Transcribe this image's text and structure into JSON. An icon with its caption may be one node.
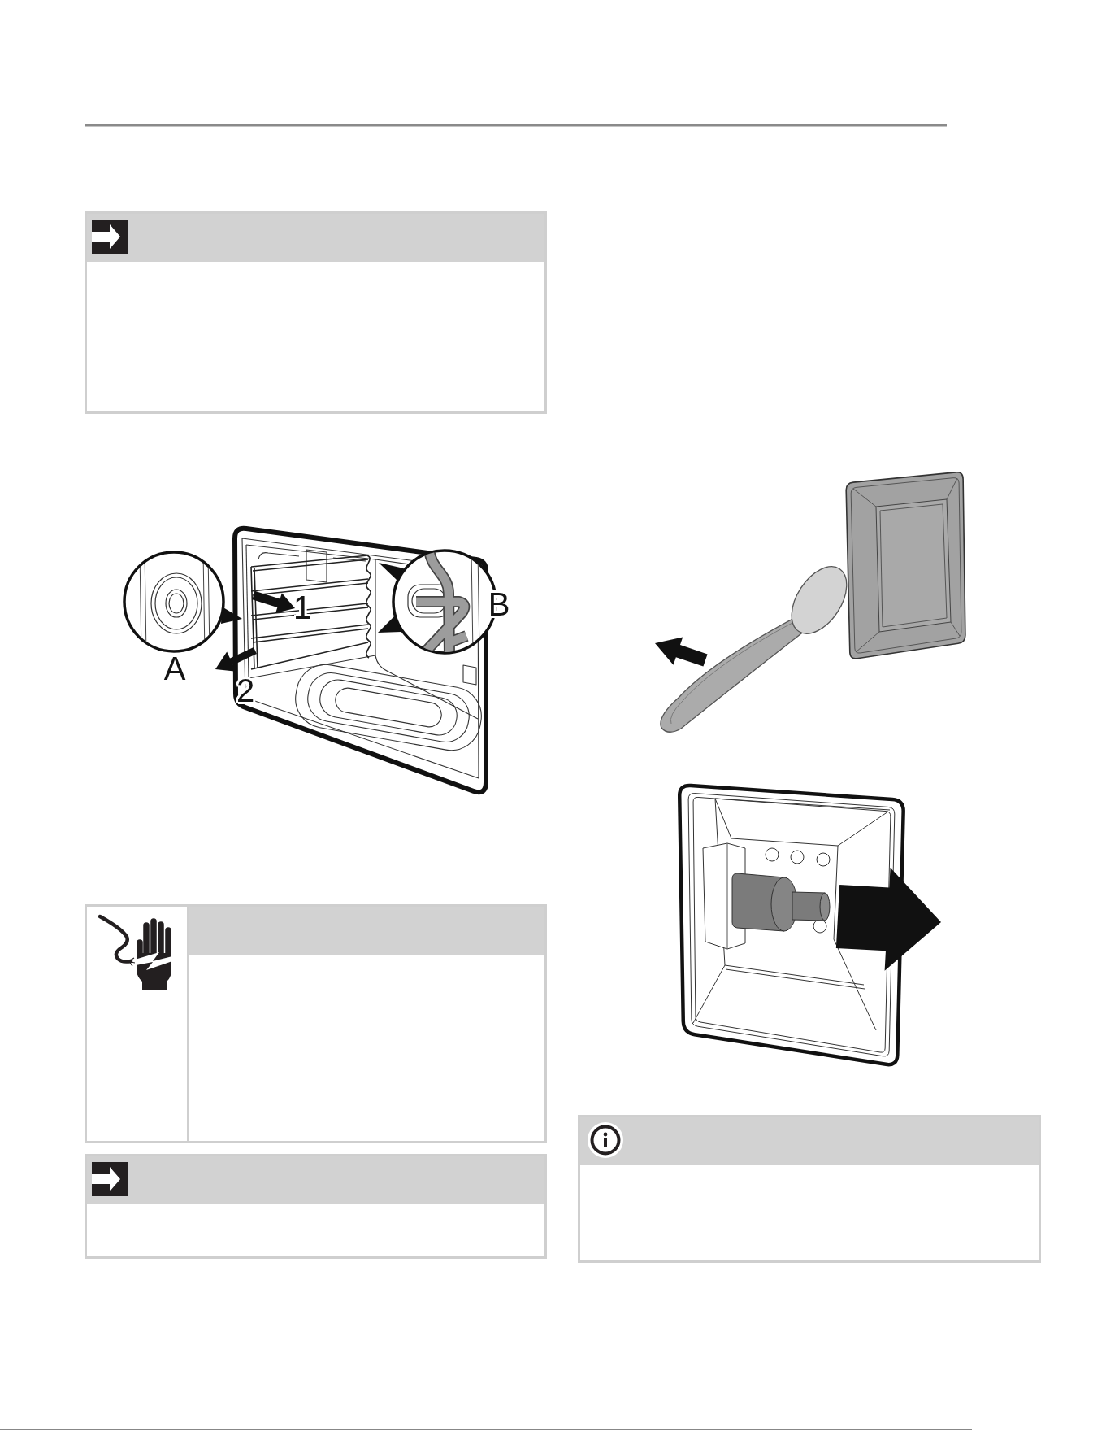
{
  "diagram": {
    "labels": [
      "1",
      "B",
      "A",
      "2"
    ]
  }
}
